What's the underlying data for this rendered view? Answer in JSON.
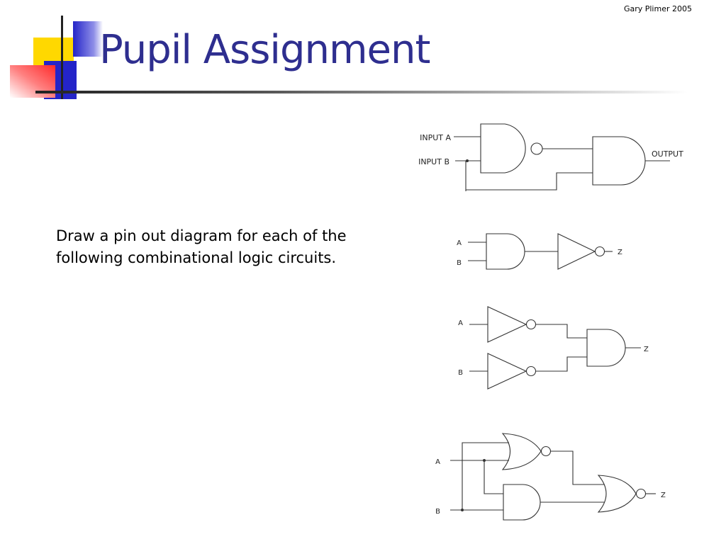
{
  "slide": {
    "author": "Gary Plimer 2005",
    "title": "Pupil Assignment",
    "body": "Draw a pin out diagram for each of the following combinational logic circuits."
  },
  "theme": {
    "title_color": "#2e2e8f",
    "deco_yellow": "#ffd800",
    "deco_blue": "#2424c8",
    "deco_red": "#ff2a2a",
    "rule_color": "#333333"
  },
  "circuits": [
    {
      "labels": {
        "input_a": "INPUT A",
        "input_b": "INPUT B",
        "output": "OUTPUT"
      },
      "gates": [
        "nand-gate",
        "and-gate"
      ]
    },
    {
      "labels": {
        "input_a": "A",
        "input_b": "B",
        "output": "Z"
      },
      "gates": [
        "and-gate",
        "not-gate"
      ]
    },
    {
      "labels": {
        "input_a": "A",
        "input_b": "B",
        "output": "Z"
      },
      "gates": [
        "not-gate",
        "not-gate",
        "and-gate"
      ]
    },
    {
      "labels": {
        "input_a": "A",
        "input_b": "B",
        "output": "Z"
      },
      "gates": [
        "nor-gate",
        "and-gate",
        "nor-gate"
      ]
    }
  ]
}
